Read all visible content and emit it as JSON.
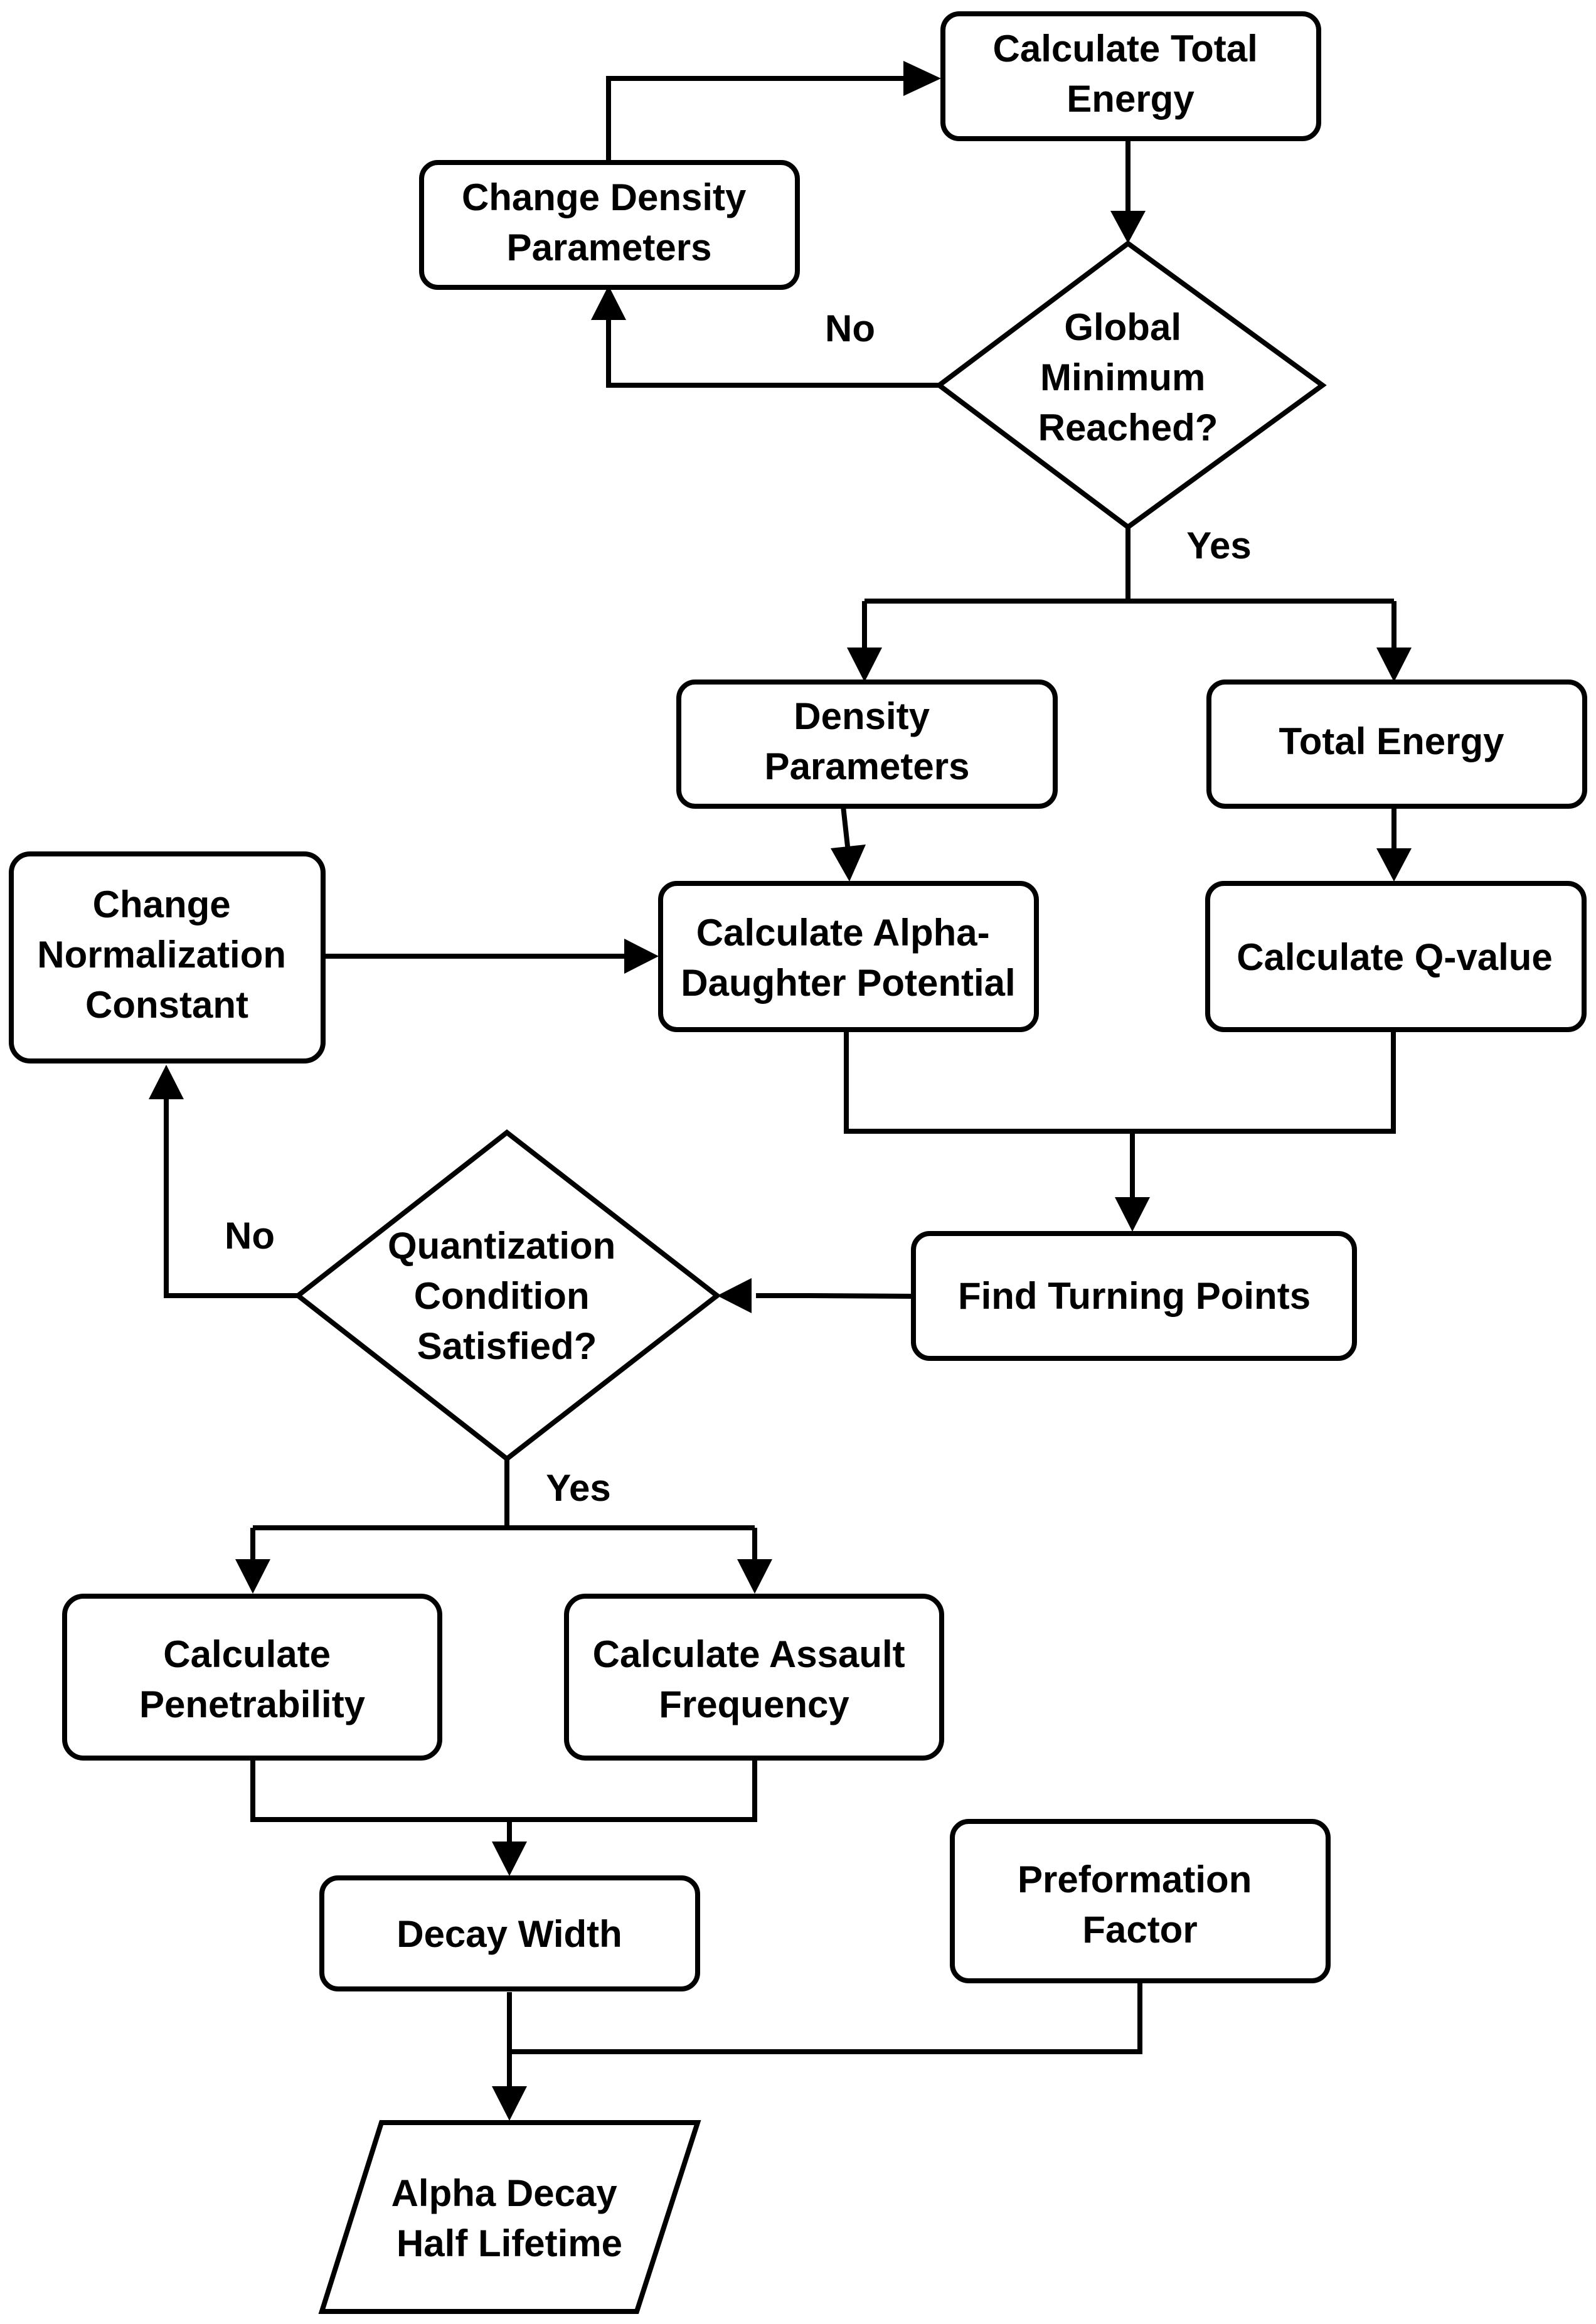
{
  "nodes": {
    "calc_total_energy": {
      "lines": [
        "Calculate Total",
        "Energy"
      ]
    },
    "change_density": {
      "lines": [
        "Change Density",
        "Parameters"
      ]
    },
    "global_min": {
      "lines": [
        "Global",
        "Minimum",
        "Reached?"
      ]
    },
    "density_params": {
      "lines": [
        "Density",
        "Parameters"
      ]
    },
    "total_energy": {
      "lines": [
        "Total Energy"
      ]
    },
    "change_norm": {
      "lines": [
        "Change",
        "Normalization",
        "Constant"
      ]
    },
    "calc_alpha_pot": {
      "lines": [
        "Calculate Alpha-",
        "Daughter Potential"
      ]
    },
    "calc_q": {
      "lines": [
        "Calculate Q-value"
      ]
    },
    "find_turning": {
      "lines": [
        "Find Turning Points"
      ]
    },
    "quant_cond": {
      "lines": [
        "Quantization",
        "Condition",
        "Satisfied?"
      ]
    },
    "calc_pen": {
      "lines": [
        "Calculate",
        "Penetrability"
      ]
    },
    "calc_assault": {
      "lines": [
        "Calculate Assault",
        "Frequency"
      ]
    },
    "decay_width": {
      "lines": [
        "Decay Width"
      ]
    },
    "preformation": {
      "lines": [
        "Preformation",
        "Factor"
      ]
    },
    "alpha_decay": {
      "lines": [
        "Alpha Decay",
        "Half Lifetime"
      ]
    }
  },
  "edge_labels": {
    "global_no": "No",
    "global_yes": "Yes",
    "quant_no": "No",
    "quant_yes": "Yes"
  },
  "colors": {
    "stroke": "#000000",
    "fill": "#ffffff",
    "text": "#000000"
  }
}
